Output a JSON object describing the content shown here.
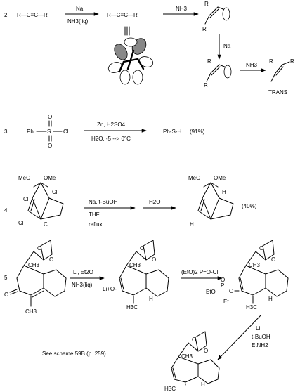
{
  "scheme2": {
    "number": "2.",
    "reactant": "R—C≡C—R",
    "reagent_top": "Na",
    "reagent_bottom": "NH3(liq)",
    "product1": "R—C≡C—R",
    "step2_reagent": "NH3",
    "r_label": "R",
    "step3_reagent": "Na",
    "step4_reagent": "NH3",
    "result_label": "TRANS"
  },
  "scheme3": {
    "number": "3.",
    "reactant_ph": "Ph",
    "reactant_s": "S",
    "reactant_o": "O",
    "reactant_cl": "Cl",
    "reagent_top": "Zn, H2SO4",
    "reagent_bottom": "H2O, -5 --> 0°C",
    "product": "Ph-S-H",
    "yield": "(91%)"
  },
  "scheme4": {
    "number": "4.",
    "meo": "MeO",
    "ome": "OMe",
    "cl": "Cl",
    "h": "H",
    "reagent_top": "Na, t-BuOH",
    "reagent_mid": "THF",
    "reagent_bottom": "reflux",
    "step2_reagent": "H2O",
    "yield": "(40%)"
  },
  "scheme5": {
    "number": "5.",
    "o": "O",
    "ch3": "CH3",
    "h3c": "H3C",
    "h": "H",
    "li_o": "Li+O-",
    "eto": "EtO",
    "et": "Et",
    "p": "P",
    "reagent1_top": "Li, Et2O",
    "reagent1_bottom": "NH3(liq)",
    "reagent2": "(EtO)2 P=O-Cl",
    "reagent3_a": "Li",
    "reagent3_b": "t-BuOH",
    "reagent3_c": "EtNH2",
    "note": "See scheme 59B (p. 259)"
  }
}
